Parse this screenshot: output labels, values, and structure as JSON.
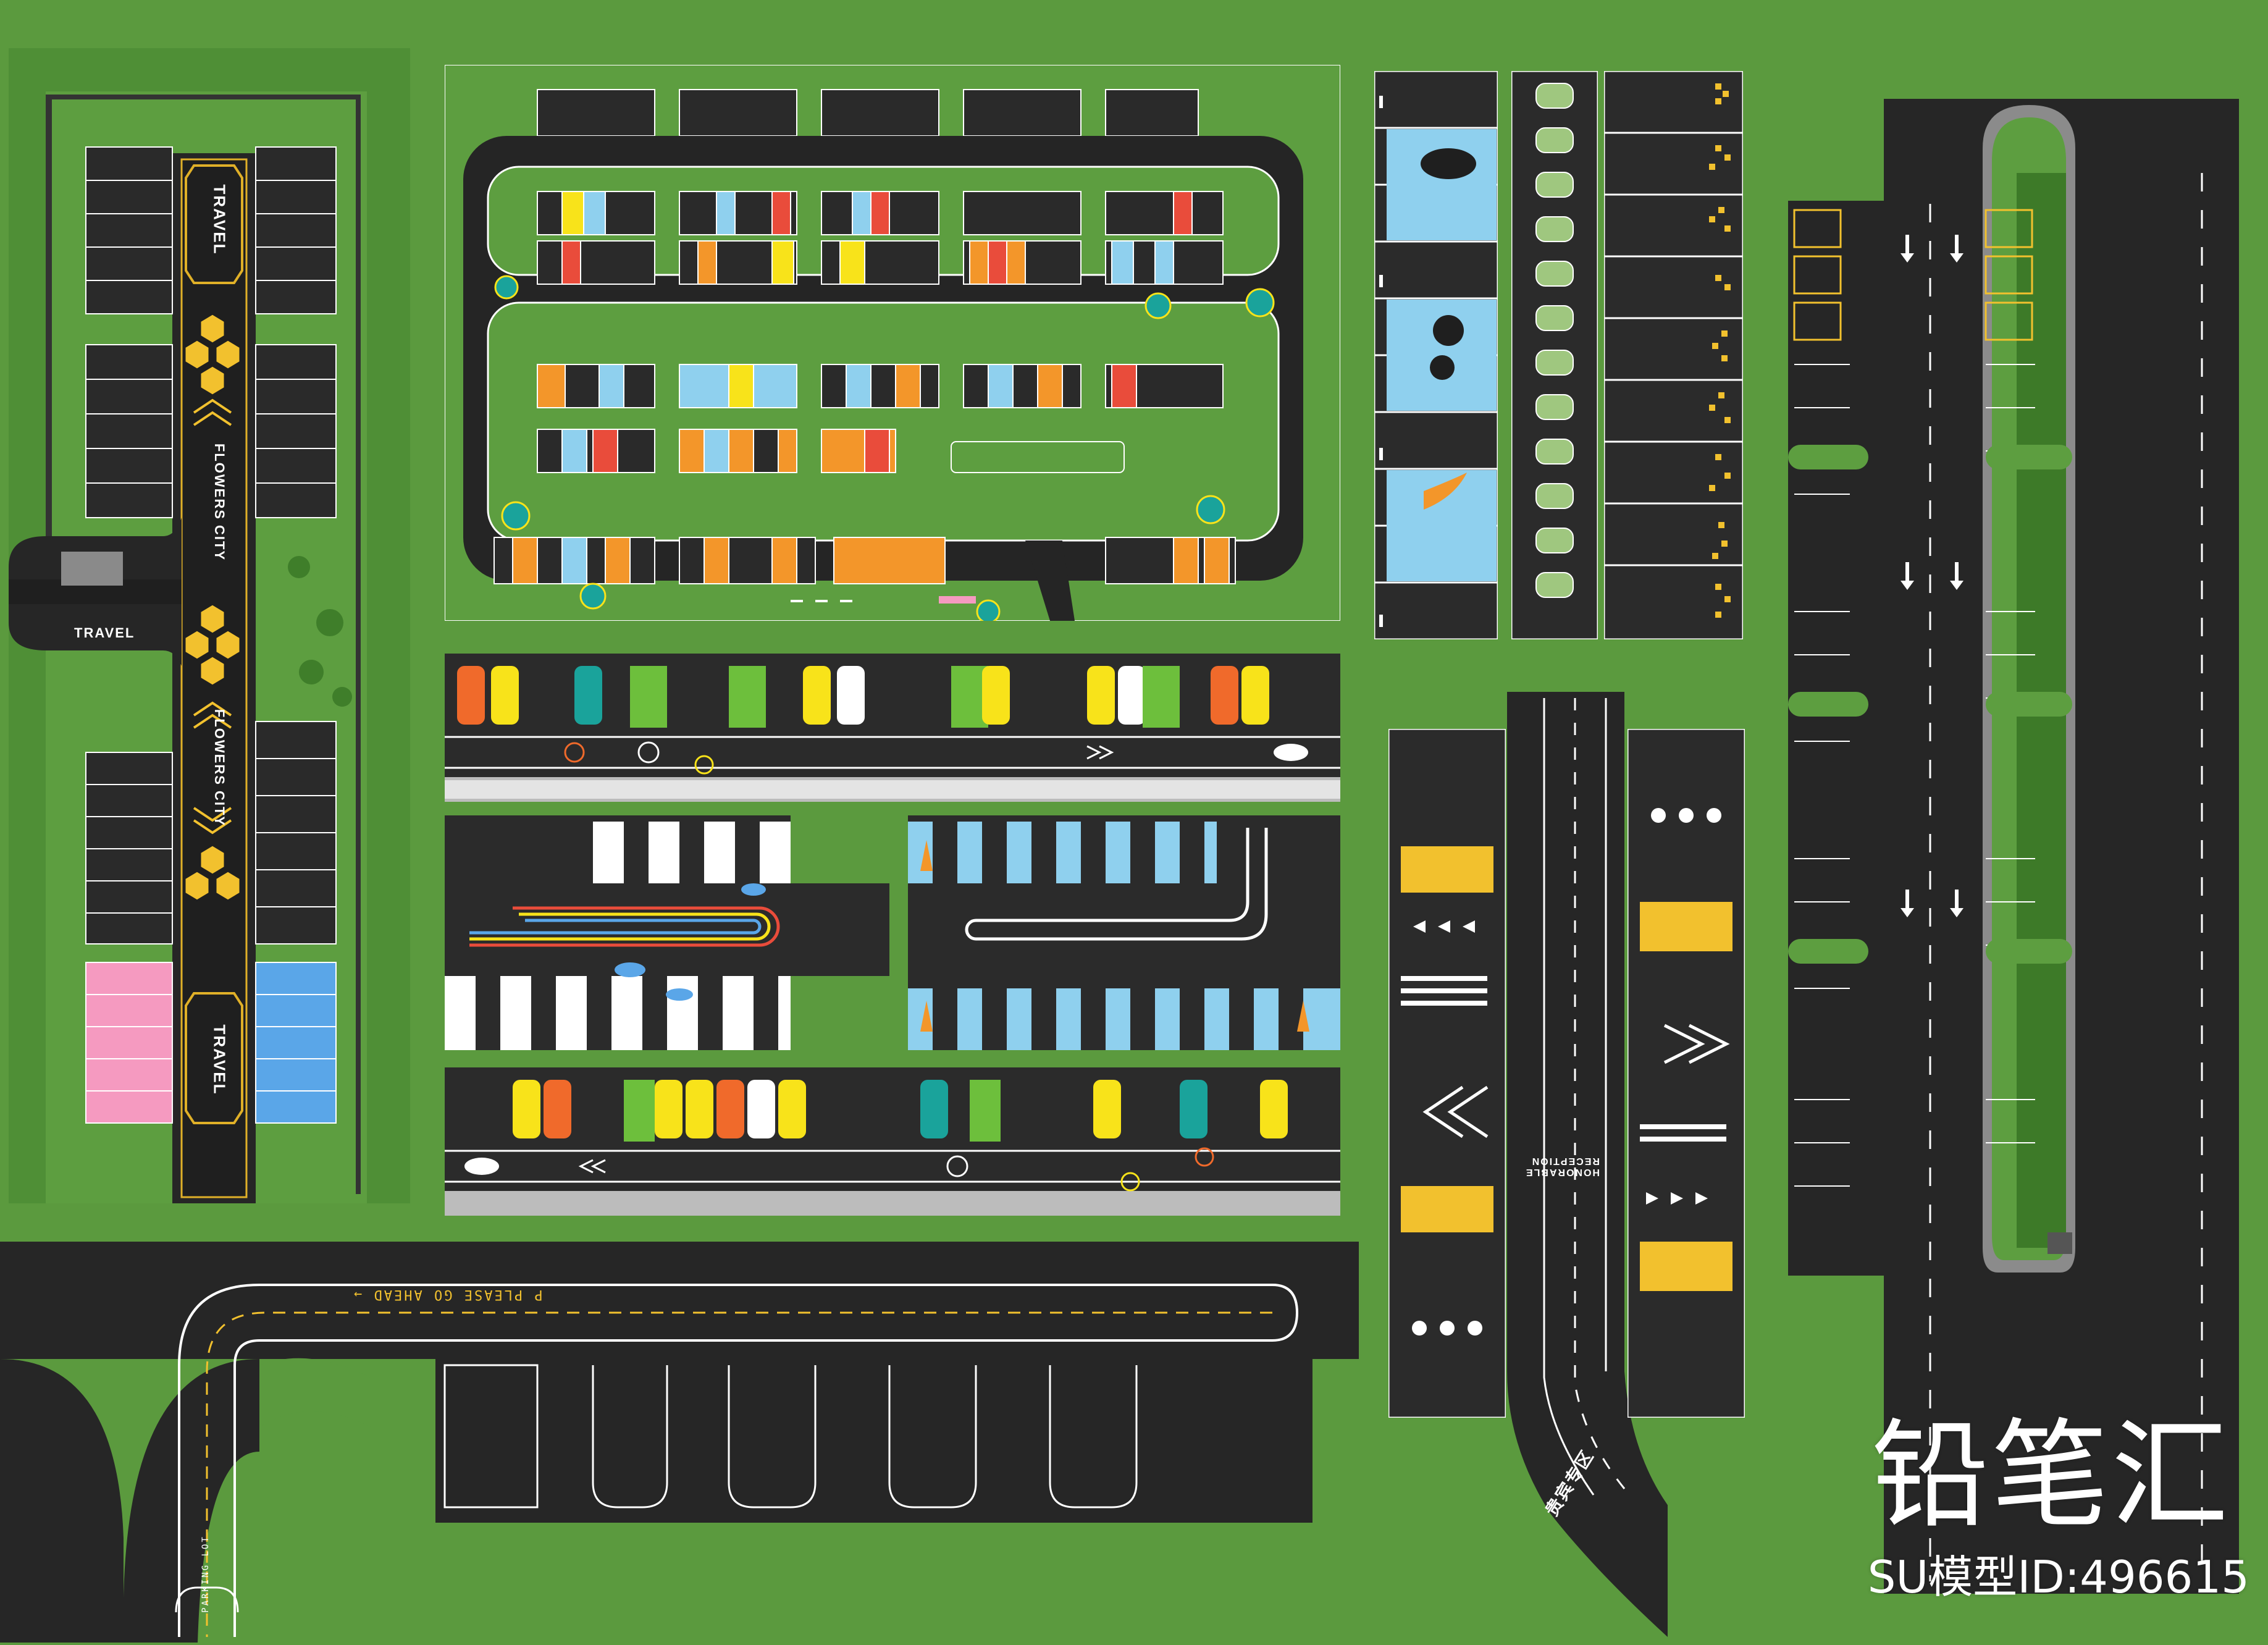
{
  "watermark": {
    "title": "铅笔汇",
    "model_id": "SU模型ID:496615"
  },
  "labels": {
    "travel_1": "TRAVEL",
    "travel_2": "TRAVEL",
    "travel_3": "TRAVEL",
    "flowers_city_1": "FLOWERS CITY",
    "flowers_city_2": "FLOWERS CITY",
    "please_go_ahead": "P  PLEASE GO AHEAD  →",
    "parking_lot": "PARKING LOT",
    "honorable_reception": "HONORABLE RECEPTION",
    "vip_zone": "贵宾专区"
  },
  "colors": {
    "grass": "#5b9a3e",
    "asphalt": "#2b2b2b",
    "accent_yellow": "#f2c12e",
    "orange": "#f3962a",
    "light_blue": "#8fd0ee",
    "yellow": "#f8e31a",
    "pink": "#f59ac0",
    "blue_bay": "#5aa6e8",
    "bright_green": "#7bc043",
    "teal": "#1aa39b",
    "red_orange": "#f06a2b"
  }
}
